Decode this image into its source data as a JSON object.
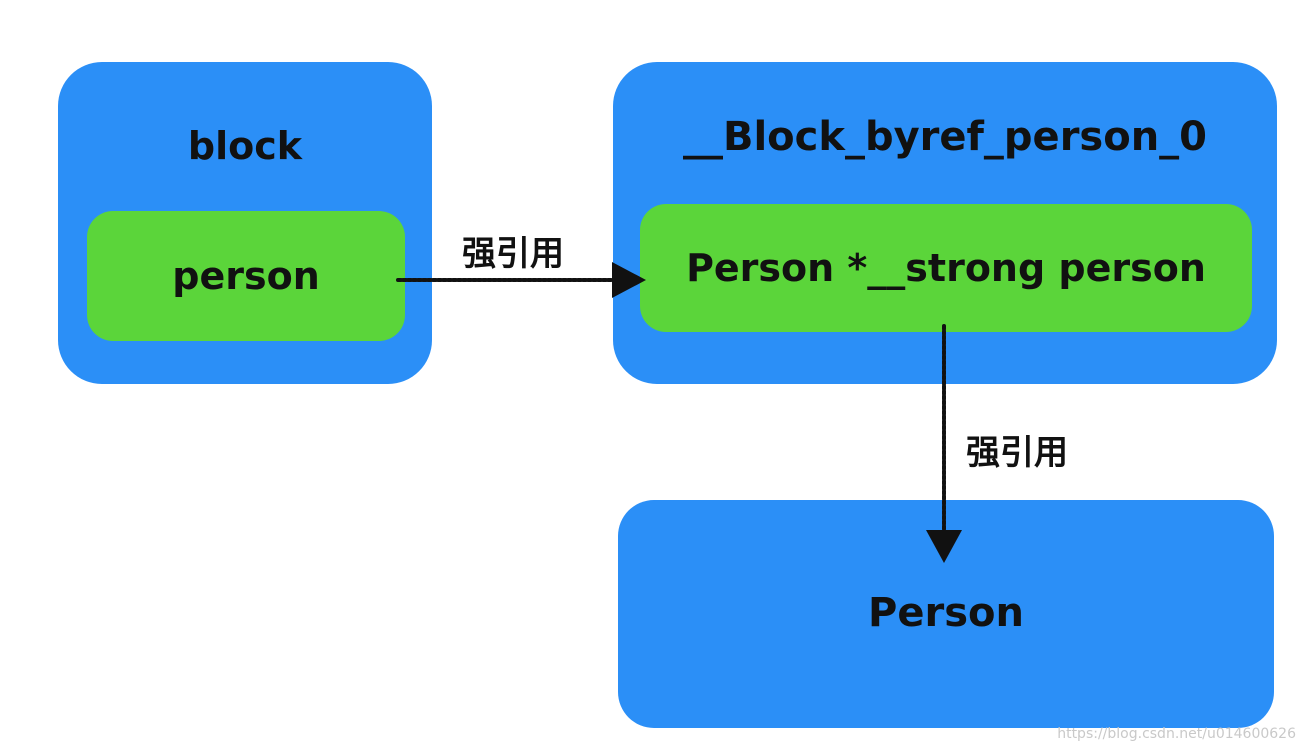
{
  "diagram": {
    "nodes": {
      "block": {
        "title": "block",
        "field": "person"
      },
      "byref": {
        "title": "__Block_byref_person_0",
        "field": "Person *__strong person"
      },
      "person_object": {
        "title": "Person"
      }
    },
    "edges": [
      {
        "from": "block.person",
        "to": "byref",
        "label": "强引用"
      },
      {
        "from": "byref.person",
        "to": "person_object",
        "label": "强引用"
      }
    ],
    "colors": {
      "container": "#2b8ff7",
      "field": "#5bd53a",
      "text": "#111111",
      "arrow": "#111111"
    }
  },
  "watermark": "https://blog.csdn.net/u014600626"
}
